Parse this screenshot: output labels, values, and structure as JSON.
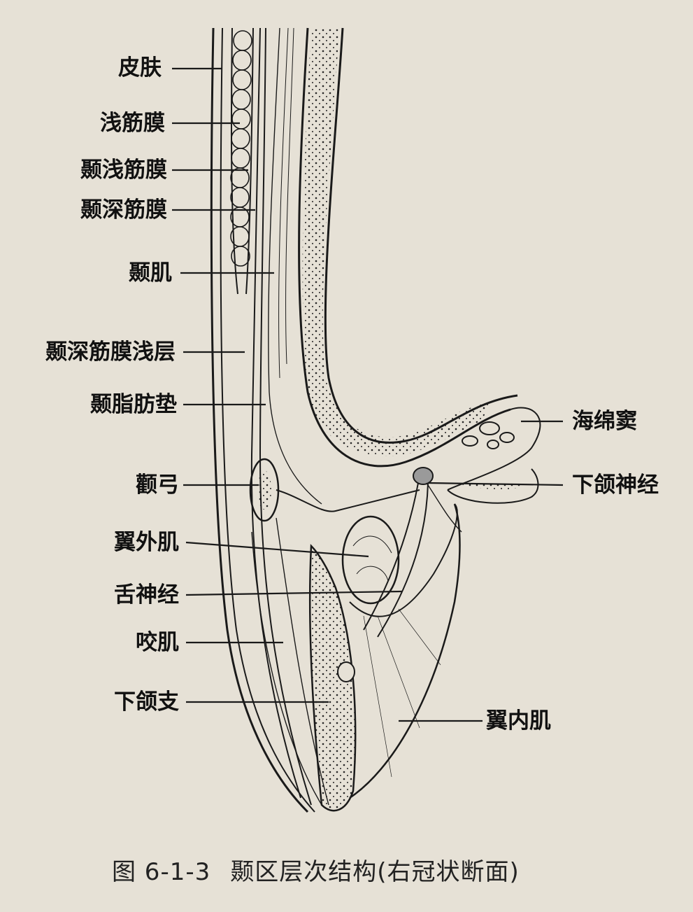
{
  "figure": {
    "labels_left": {
      "skin": "皮肤",
      "superficial_fascia": "浅筋膜",
      "superficial_temporal_fascia": "颞浅筋膜",
      "deep_temporal_fascia": "颞深筋膜",
      "temporalis": "颞肌",
      "deep_temporal_fascia_superficial_layer": "颞深筋膜浅层",
      "temporal_fat_pad": "颞脂肪垫",
      "zygomatic_arch": "颧弓",
      "lateral_pterygoid": "翼外肌",
      "lingual_nerve": "舌神经",
      "masseter": "咬肌",
      "mandibular_ramus": "下颌支"
    },
    "labels_right": {
      "cavernous_sinus": "海绵窦",
      "mandibular_nerve": "下颌神经",
      "medial_pterygoid": "翼内肌"
    },
    "caption_number": "图 6-1-3",
    "caption_text": "颞区层次结构(右冠状断面)"
  },
  "colors": {
    "paper": "#e6e1d6",
    "ink": "#1a1a1a",
    "stipple_fill": "#d9d3c6"
  }
}
